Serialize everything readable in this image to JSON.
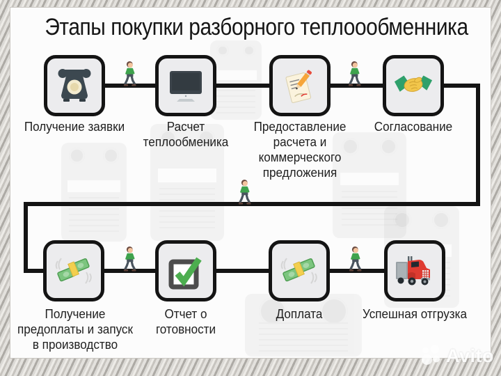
{
  "title": "Этапы покупки разборного теплоообменника",
  "watermark": {
    "brand": "Avito"
  },
  "steps": [
    {
      "label": "Получение заявки",
      "icon": "rotary-phone-icon"
    },
    {
      "label": "Расчет\nтеплообменика",
      "icon": "computer-monitor-icon"
    },
    {
      "label": "Предоставление\nрасчета и\nкоммерческого\nпредложения",
      "icon": "document-pencil-icon"
    },
    {
      "label": "Согласование",
      "icon": "handshake-icon"
    },
    {
      "label": "Получение\nпредоплаты и запуск\nв производство",
      "icon": "money-bills-icon"
    },
    {
      "label": "Отчет о\nготовности",
      "icon": "checkbox-check-icon"
    },
    {
      "label": "Доплата",
      "icon": "money-bills-icon"
    },
    {
      "label": "Успешная отгрузка",
      "icon": "truck-icon"
    }
  ],
  "decor": {
    "walker_icon_count": 5,
    "background": "faint plate heat-exchanger photos"
  },
  "colors": {
    "box_fill": "#ececee",
    "box_border": "#141414",
    "connector_line": "#141414",
    "walker_shirt_green": "#3fa34d",
    "check_green": "#4cae4f",
    "money_green": "#7cc57f",
    "band_yellow": "#f3cf4e",
    "hand_yellow": "#f2c64b",
    "sleeve_green": "#2fa06b",
    "truck_red": "#df3b31",
    "phone_dark": "#3c4850",
    "dial_cream": "#f3ebcf",
    "frame_metal": "#c7c4bf"
  }
}
